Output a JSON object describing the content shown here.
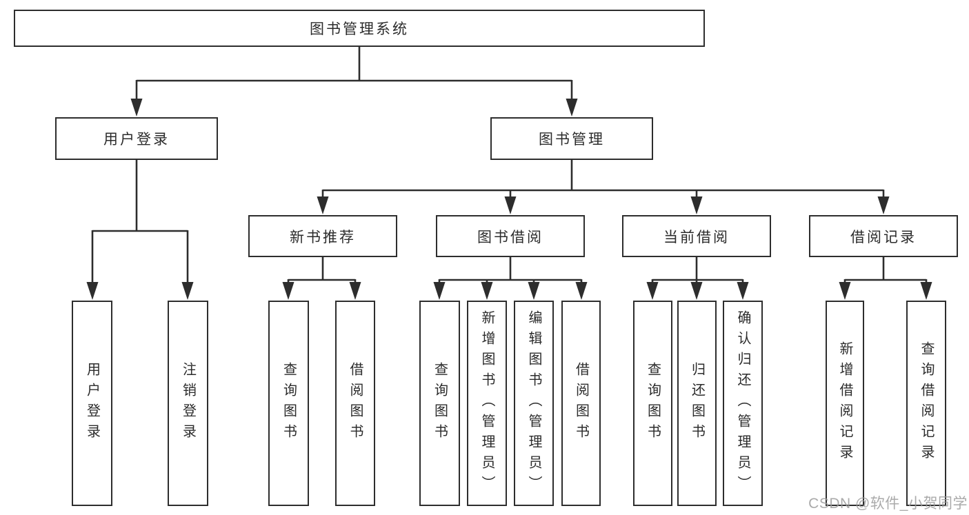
{
  "tree": {
    "root": {
      "label": "图书管理系统",
      "children": [
        {
          "label": "用户登录",
          "children": [
            {
              "label": "用户登录"
            },
            {
              "label": "注销登录"
            }
          ]
        },
        {
          "label": "图书管理",
          "children": [
            {
              "label": "新书推荐",
              "children": [
                {
                  "label": "查询图书"
                },
                {
                  "label": "借阅图书"
                }
              ]
            },
            {
              "label": "图书借阅",
              "children": [
                {
                  "label": "查询图书"
                },
                {
                  "label": "新增图书（管理员）"
                },
                {
                  "label": "编辑图书（管理员）"
                },
                {
                  "label": "借阅图书"
                }
              ]
            },
            {
              "label": "当前借阅",
              "children": [
                {
                  "label": "查询图书"
                },
                {
                  "label": "归还图书"
                },
                {
                  "label": "确认归还（管理员）"
                }
              ]
            },
            {
              "label": "借阅记录",
              "children": [
                {
                  "label": "新增借阅记录"
                },
                {
                  "label": "查询借阅记录"
                }
              ]
            }
          ]
        }
      ]
    }
  },
  "watermark": "CSDN @软件_小贺同学",
  "colors": {
    "line": "#2d2d2d",
    "text": "#2b2b2b",
    "background": "#ffffff",
    "watermark": "#9b9b9b"
  }
}
